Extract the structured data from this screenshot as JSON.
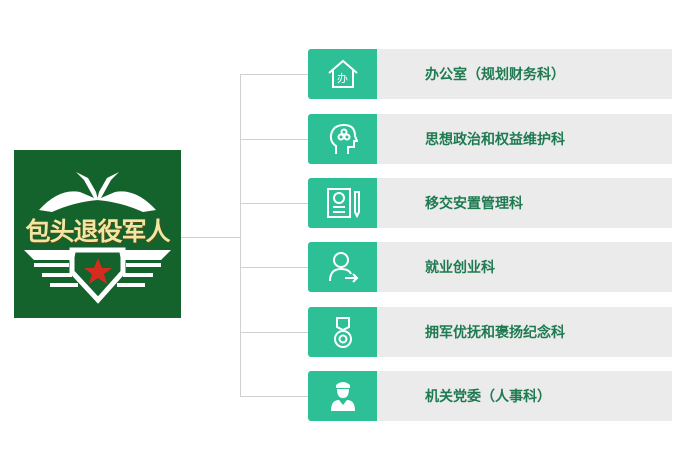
{
  "logo": {
    "text": "包头退役军人",
    "star_color": "#d62b1e",
    "bg": "#14622c"
  },
  "departments": [
    {
      "label": "办公室（规划财务科）",
      "icon": "house-icon",
      "icon_text": "办"
    },
    {
      "label": "思想政治和权益维护科",
      "icon": "head-icon"
    },
    {
      "label": "移交安置管理科",
      "icon": "document-pen-icon"
    },
    {
      "label": "就业创业科",
      "icon": "person-arrow-icon"
    },
    {
      "label": "拥军优抚和褒扬纪念科",
      "icon": "medal-icon"
    },
    {
      "label": "机关党委（人事科）",
      "icon": "officer-icon"
    }
  ]
}
